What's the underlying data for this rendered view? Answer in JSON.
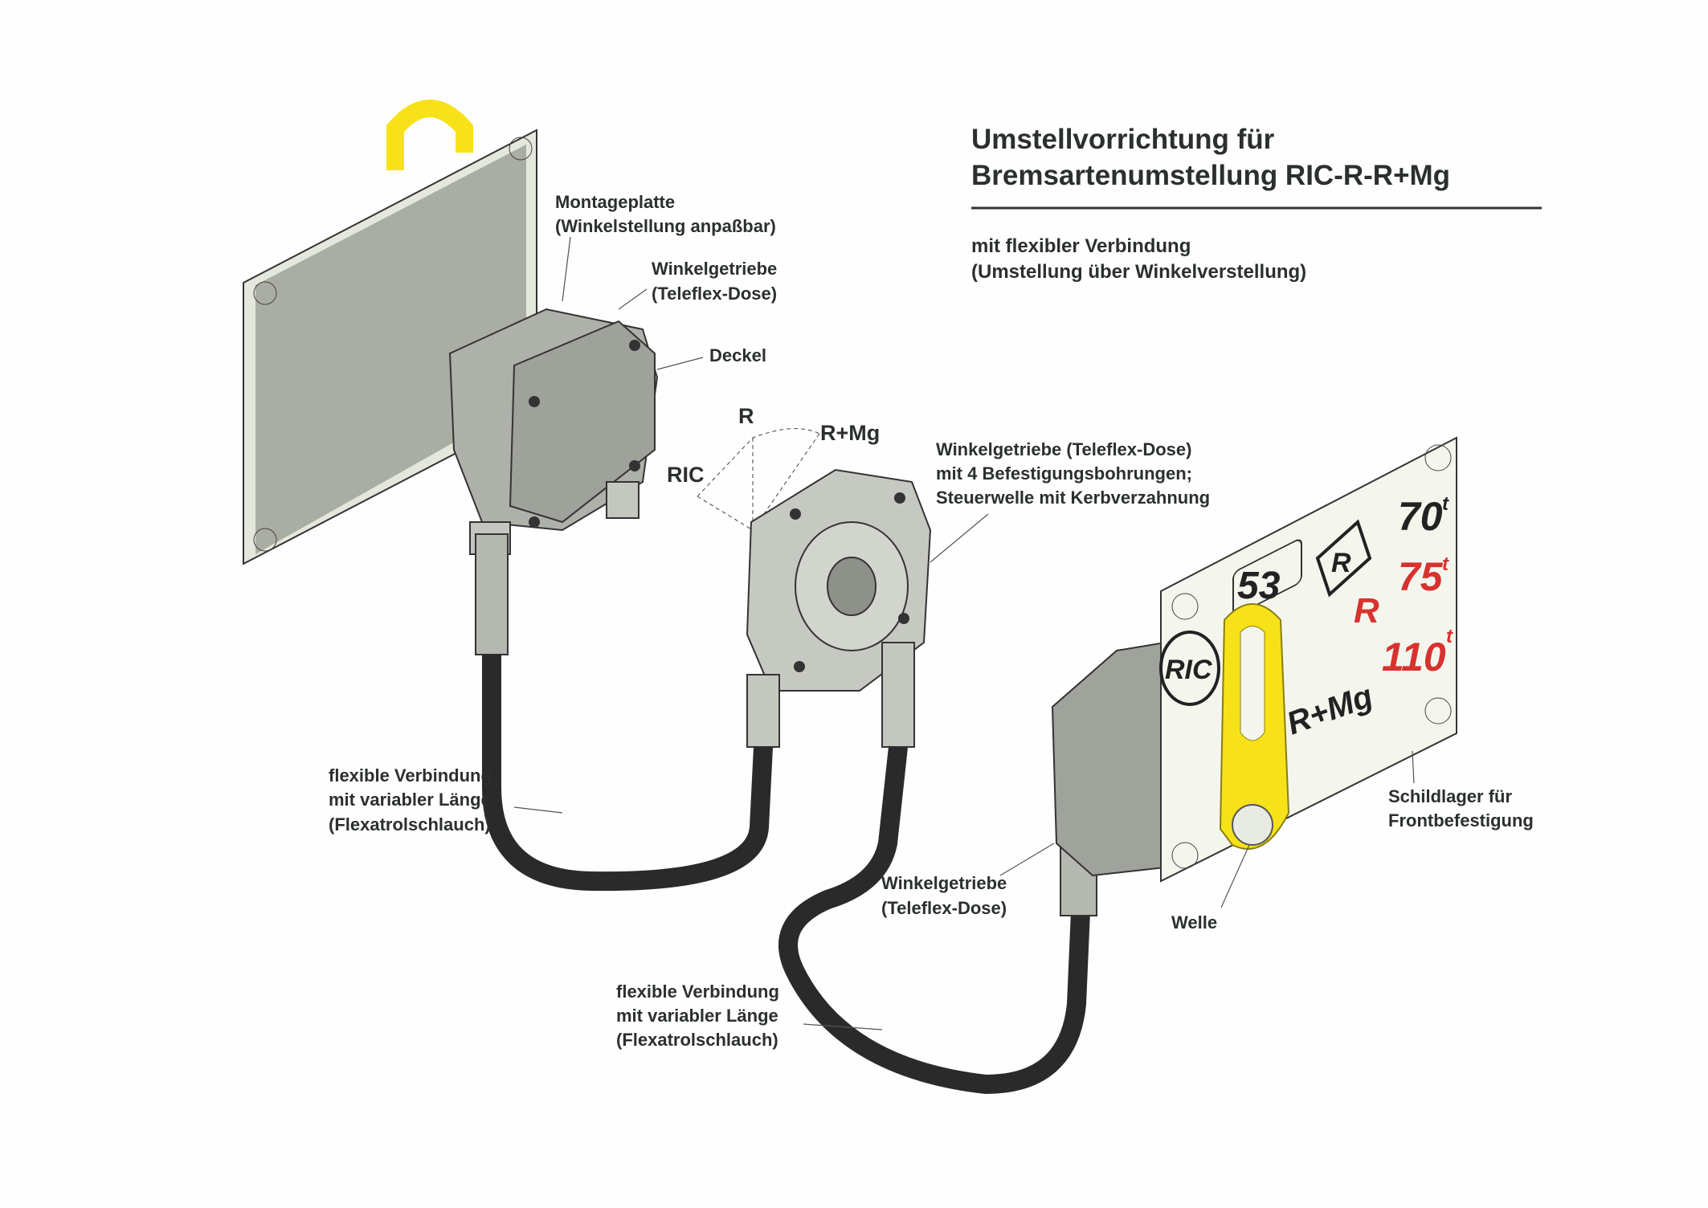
{
  "title": {
    "line1": "Umstellvorrichtung für",
    "line2": "Bremsartenumstellung RIC-R-R+Mg"
  },
  "subtitle": {
    "line1": "mit flexibler Verbindung",
    "line2": "(Umstellung über Winkelverstellung)"
  },
  "labels": {
    "montageplatte": [
      "Montageplatte",
      "(Winkelstellung anpaßbar)"
    ],
    "winkelgetriebe_top": [
      "Winkelgetriebe",
      "(Teleflex-Dose)"
    ],
    "deckel": "Deckel",
    "winkelgetriebe_mid": [
      "Winkelgetriebe (Teleflex-Dose)",
      "mit 4 Befestigungsbohrungen;",
      "Steuerwelle mit Kerbverzahnung"
    ],
    "flex_left": [
      "flexible Verbindung",
      "mit variabler Länge",
      "(Flexatrolschlauch)"
    ],
    "flex_bottom": [
      "flexible Verbindung",
      "mit variabler Länge",
      "(Flexatrolschlauch)"
    ],
    "winkelgetriebe_bottom": [
      "Winkelgetriebe",
      "(Teleflex-Dose)"
    ],
    "schildlager": [
      "Schildlager für",
      "Frontbefestigung"
    ],
    "welle": "Welle"
  },
  "positions": {
    "ric": "RIC",
    "r": "R",
    "rmg": "R+Mg"
  },
  "plate": {
    "weight_53": "53",
    "weight_70": "70",
    "weight_75": "75",
    "weight_110": "110",
    "unit": "t",
    "r_mark": "R",
    "r_red": "R",
    "ric": "RIC",
    "rmg": "R+Mg"
  },
  "colors": {
    "lever": "#f7e21a",
    "red_marking": "#d8322f",
    "hose": "#2a2a2a",
    "housing": "#b9bcb4"
  }
}
